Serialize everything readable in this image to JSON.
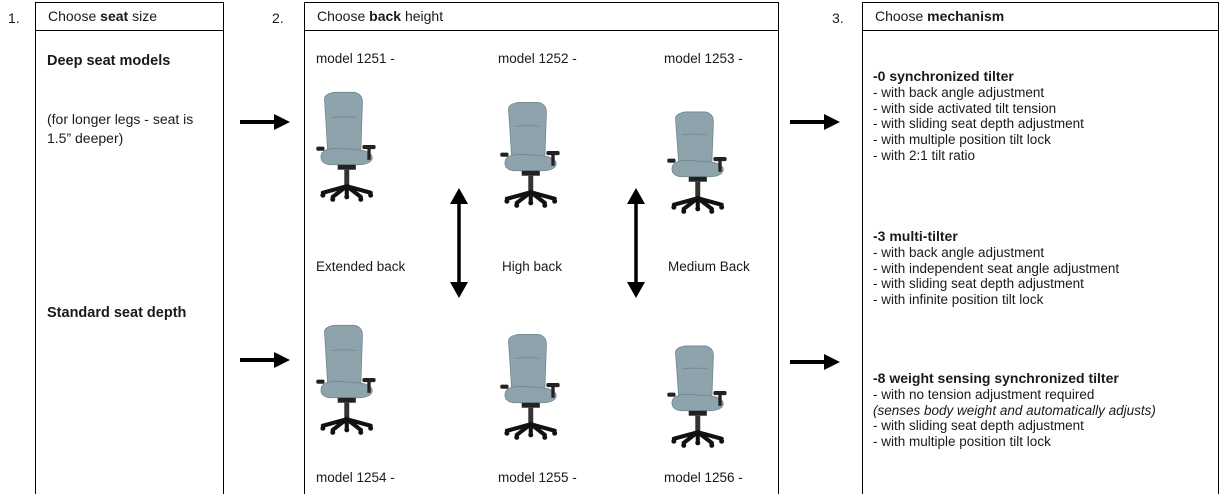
{
  "steps": [
    {
      "number": "1.",
      "label_pre": "Choose ",
      "label_bold": "seat",
      "label_post": " size"
    },
    {
      "number": "2.",
      "label_pre": "Choose ",
      "label_bold": "back",
      "label_post": " height"
    },
    {
      "number": "3.",
      "label_pre": "Choose ",
      "label_bold": "mechanism",
      "label_post": ""
    }
  ],
  "seat": {
    "deep_title": "Deep seat models",
    "deep_note_1": "(for longer legs - seat is",
    "deep_note_2": "1.5” deeper)",
    "standard_title": "Standard seat depth"
  },
  "back": {
    "top_models": [
      "model 1251 -",
      "model 1252 -",
      "model 1253 -"
    ],
    "bottom_models": [
      "model 1254 -",
      "model 1255 -",
      "model 1256 -"
    ],
    "heights": [
      "Extended back",
      "High back",
      "Medium Back"
    ],
    "chair_color": "#8fa3ad"
  },
  "mechanism": {
    "options": [
      {
        "title": "-0 synchronized tilter",
        "features": [
          "- with back angle adjustment",
          "- with side activated tilt tension",
          "- with sliding seat depth adjustment",
          "- with multiple position tilt lock",
          "- with 2:1 tilt ratio"
        ]
      },
      {
        "title": "-3 multi-tilter",
        "features": [
          "- with back angle adjustment",
          "- with independent seat angle adjustment",
          "- with sliding seat depth adjustment",
          "- with infinite position tilt lock"
        ]
      },
      {
        "title": "-8 weight sensing synchronized tilter",
        "features": [
          "- with no tension adjustment required",
          "(senses body weight and automatically adjusts)",
          "- with sliding seat depth adjustment",
          "- with multiple position tilt lock"
        ]
      }
    ]
  }
}
